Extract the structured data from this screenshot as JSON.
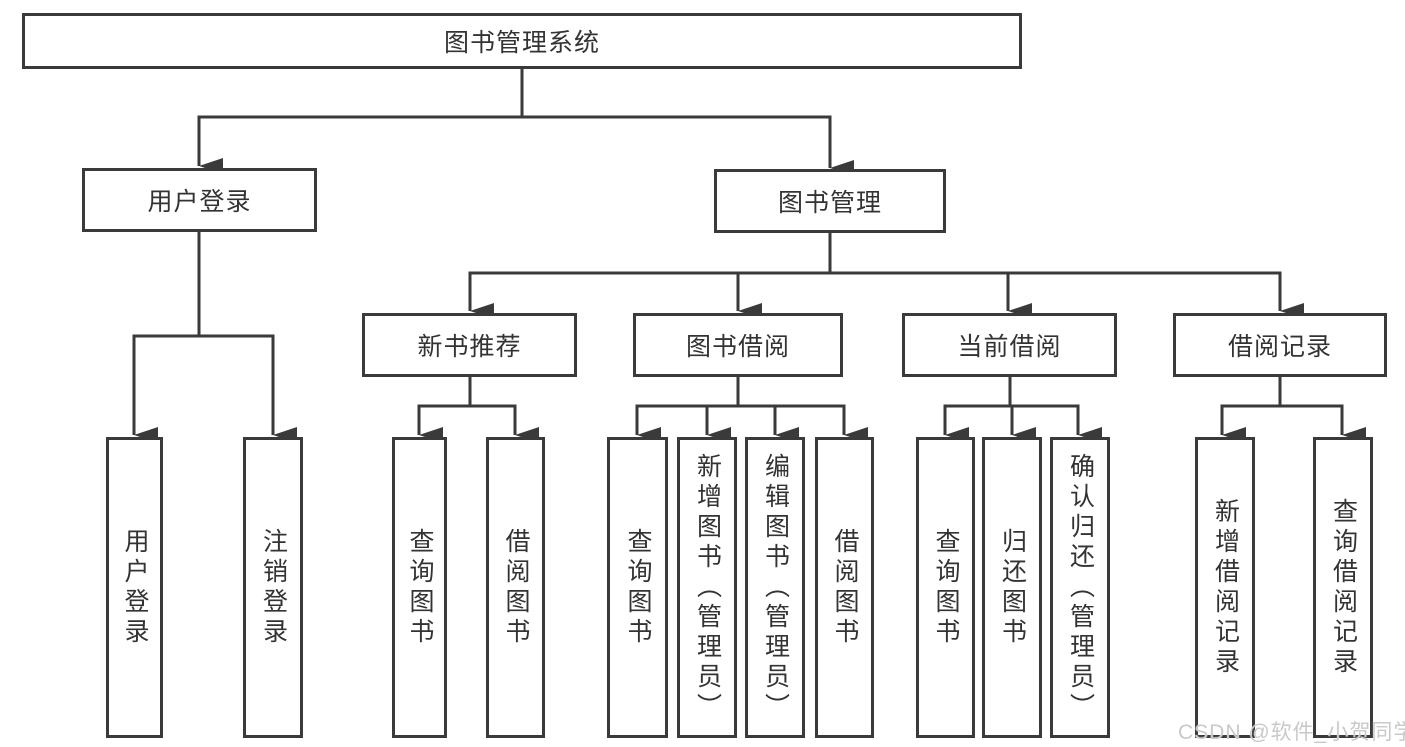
{
  "diagram": {
    "type": "hierarchy-tree",
    "line_color": "#3a3a3a",
    "text_color": "#333333",
    "background": "#ffffff"
  },
  "watermark": "CSDN @软件_小贺同学",
  "tree": {
    "label": "图书管理系统",
    "children": [
      {
        "label": "用户登录",
        "children": [
          {
            "label": "用户登录"
          },
          {
            "label": "注销登录"
          }
        ]
      },
      {
        "label": "图书管理",
        "children": [
          {
            "label": "新书推荐",
            "children": [
              {
                "label": "查询图书"
              },
              {
                "label": "借阅图书"
              }
            ]
          },
          {
            "label": "图书借阅",
            "children": [
              {
                "label": "查询图书"
              },
              {
                "label": "新增图书（管理员）"
              },
              {
                "label": "编辑图书（管理员）"
              },
              {
                "label": "借阅图书"
              }
            ]
          },
          {
            "label": "当前借阅",
            "children": [
              {
                "label": "查询图书"
              },
              {
                "label": "归还图书"
              },
              {
                "label": "确认归还（管理员）"
              }
            ]
          },
          {
            "label": "借阅记录",
            "children": [
              {
                "label": "新增借阅记录"
              },
              {
                "label": "查询借阅记录"
              }
            ]
          }
        ]
      }
    ]
  }
}
